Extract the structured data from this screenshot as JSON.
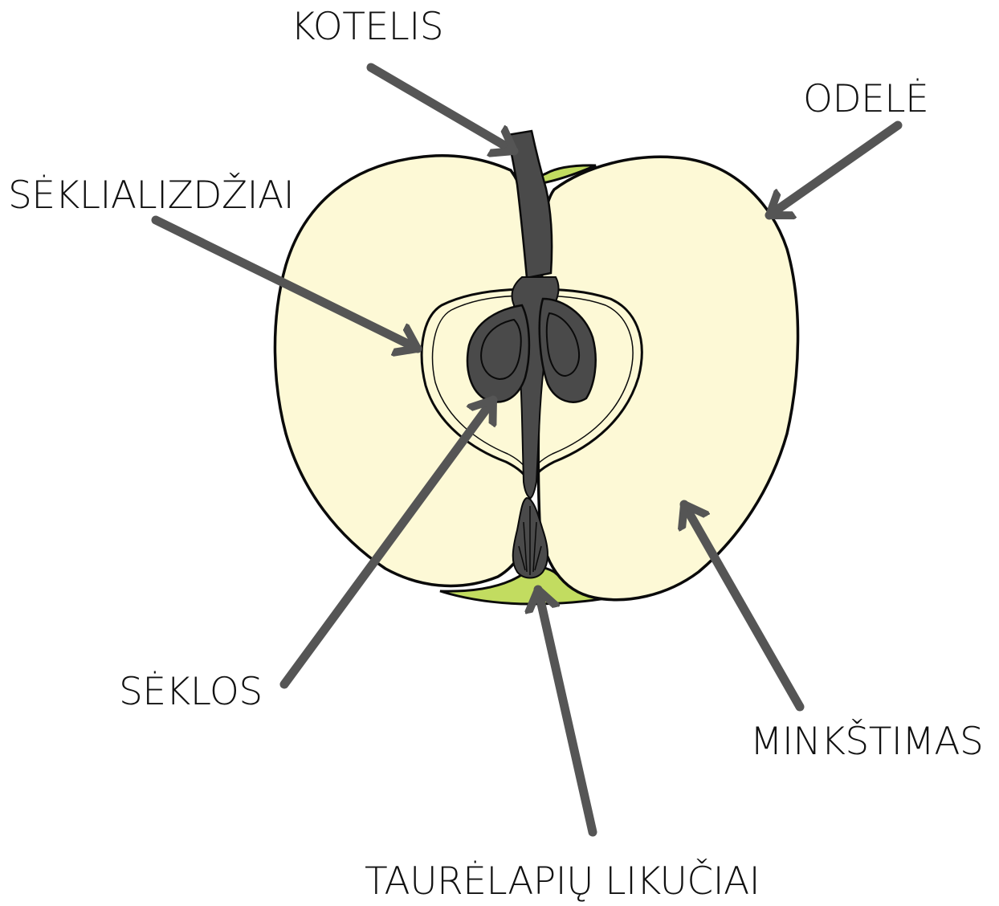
{
  "labels": {
    "stem": "KOTELIS",
    "skin": "ODELĖ",
    "seed_chambers": "SĖKLIALIZDŽIAI",
    "seeds": "SĖKLOS",
    "flesh": "MINKŠTIMAS",
    "sepal_remains": "TAURĖLAPIŲ LIKUČIAI"
  },
  "colors": {
    "flesh": "#fdf9d6",
    "green_skin": "#c2dc60",
    "core_dark": "#4a4a4a",
    "outline": "#0a0a0a",
    "arrow": "#555555"
  }
}
